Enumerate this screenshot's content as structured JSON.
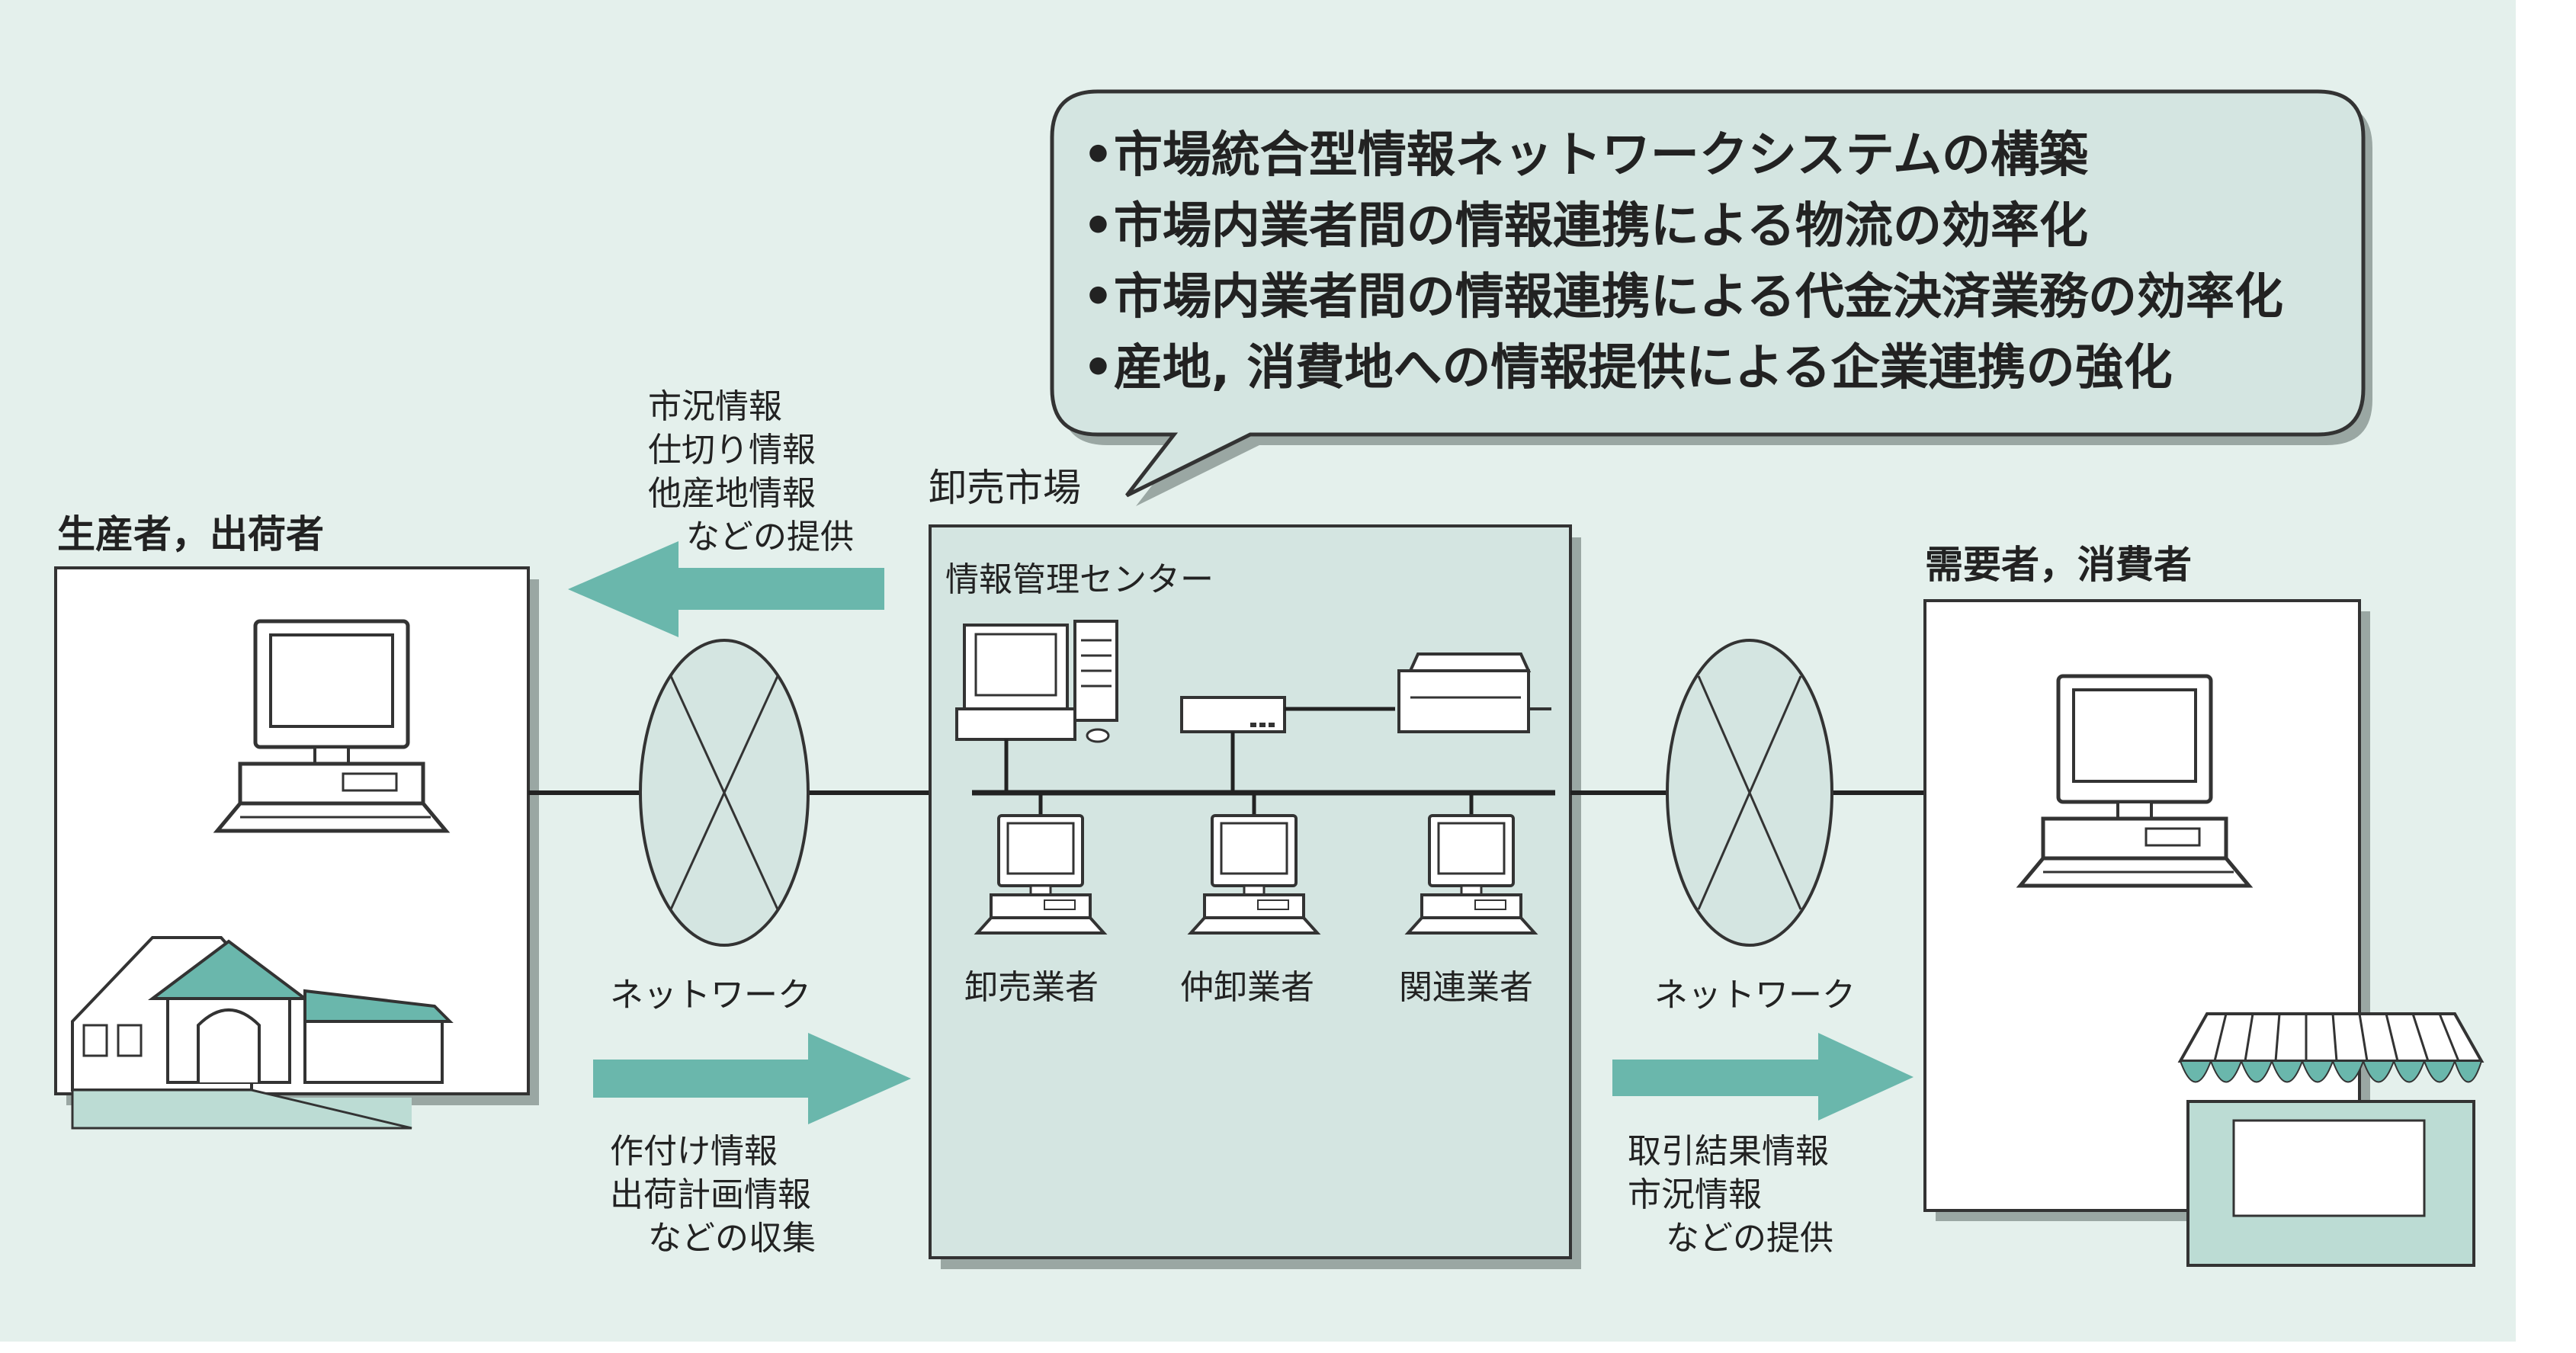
{
  "colors": {
    "background": "#e4f0ec",
    "panel": "#ffffff",
    "center_panel": "#d4e5e1",
    "arrow": "#6ab7ac",
    "stroke": "#333333",
    "shadow": "#9aa7a3"
  },
  "speech_bubble": {
    "items": [
      "•市場統合型情報ネットワークシステムの構築",
      "•市場内業者間の情報連携による物流の効率化",
      "•市場内業者間の情報連携による代金決済業務の効率化",
      "•産地, 消費地への情報提供による企業連携の強化"
    ]
  },
  "producer": {
    "title": "生産者，出荷者"
  },
  "market": {
    "title": "卸売市場",
    "center_label": "情報管理センター",
    "terminals": [
      "卸売業者",
      "仲卸業者",
      "関連業者"
    ]
  },
  "consumer": {
    "title": "需要者，消費者"
  },
  "left_network": {
    "label": "ネットワーク",
    "outbound_info": [
      "市況情報",
      "仕切り情報",
      "他産地情報",
      "などの提供"
    ],
    "inbound_info": [
      "作付け情報",
      "出荷計画情報",
      "などの収集"
    ]
  },
  "right_network": {
    "label": "ネットワーク",
    "outbound_info": [
      "取引結果情報",
      "市況情報",
      "などの提供"
    ]
  },
  "icons": [
    "desktop-computer-icon",
    "house-icon",
    "server-tower-icon",
    "network-hub-icon",
    "printer-icon",
    "store-icon",
    "network-cloud-icon"
  ]
}
